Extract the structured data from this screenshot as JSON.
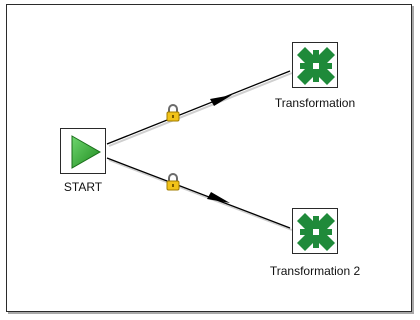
{
  "diagram": {
    "nodes": [
      {
        "id": "start",
        "label": "START",
        "icon": "start-play-icon",
        "color": "#2e9e2e"
      },
      {
        "id": "t1",
        "label": "Transformation",
        "icon": "transformation-icon",
        "color": "#1f8a3a"
      },
      {
        "id": "t2",
        "label": "Transformation 2",
        "icon": "transformation-icon",
        "color": "#1f8a3a"
      }
    ],
    "hops": [
      {
        "from": "START",
        "to": "Transformation",
        "icon": "lock-icon"
      },
      {
        "from": "START",
        "to": "Transformation 2",
        "icon": "lock-icon"
      }
    ],
    "colors": {
      "hop_line": "#000000",
      "lock_body": "#f2c318",
      "node_border": "#2a2a2a"
    }
  }
}
